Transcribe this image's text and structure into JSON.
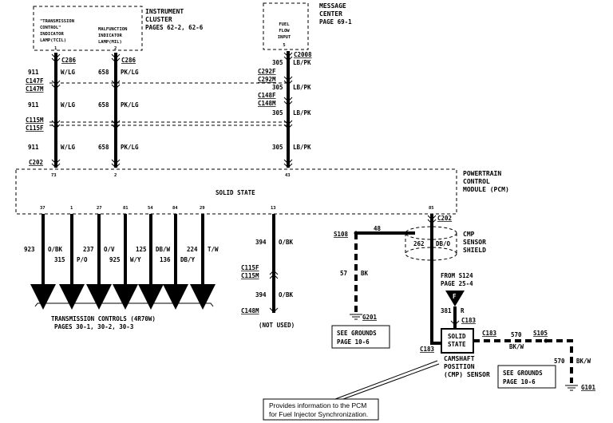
{
  "modules": {
    "cluster": {
      "title1": "INSTRUMENT",
      "title2": "CLUSTER",
      "pages": "PAGES 62-2, 62-6",
      "tcil1": "\"TRANSMISSION",
      "tcil2": "CONTROL\"",
      "tcil3": "INDICATOR",
      "tcil4": "LAMP(TCIL)",
      "tcil_pin": "1",
      "mil1": "MALFUNCTION",
      "mil2": "INDICATOR",
      "mil3": "LAMP(MIL)",
      "mil_pin": "2"
    },
    "message_center": {
      "title1": "MESSAGE",
      "title2": "CENTER",
      "page": "PAGE 69-1",
      "in1": "FUEL",
      "in2": "FLOW",
      "in3": "INPUT",
      "pin": "5"
    },
    "pcm": {
      "title1": "POWERTRAIN",
      "title2": "CONTROL",
      "title3": "MODULE (PCM)",
      "solid_state": "SOLID STATE",
      "top_pins": [
        "73",
        "2",
        "43"
      ],
      "bottom_pins": [
        "37",
        "1",
        "27",
        "81",
        "54",
        "84",
        "29",
        "13",
        "85"
      ]
    }
  },
  "connectors": {
    "c286a": "C286",
    "c286b": "C286",
    "c2008": "C2008",
    "c147f": "C147F",
    "c147m": "C147M",
    "c292f": "C292F",
    "c292m": "C292M",
    "c148f": "C148F",
    "c148m": "C148M",
    "c115m": "C115M",
    "c115f": "C115F",
    "c202": "C202",
    "c202b": "C202",
    "c115f2": "C115F",
    "c115m2": "C115M",
    "c148m2": "C148M",
    "c183a": "C183",
    "c183b": "C183",
    "c183c": "C183"
  },
  "wires": {
    "w911": "911",
    "wlg": "W/LG",
    "w658": "658",
    "pklg": "PK/LG",
    "w305": "305",
    "lbpk": "LB/PK",
    "w923": "923",
    "obk": "O/BK",
    "w315": "315",
    "po": "P/O",
    "w237": "237",
    "ov": "O/V",
    "w925": "925",
    "wy": "W/Y",
    "w125": "125",
    "dbw": "DB/W",
    "w136": "136",
    "dby": "DB/Y",
    "w224": "224",
    "tw": "T/W",
    "w394": "394",
    "obk2": "O/BK",
    "w48": "48",
    "w57": "57",
    "bk": "BK",
    "w262": "262",
    "dbo": "DB/O",
    "w381": "381",
    "r": "R",
    "w570": "570",
    "bkw": "BK/W"
  },
  "splices": {
    "s108": "S108",
    "s105": "S105",
    "from_s124": "FROM S124",
    "from_page": "PAGE 25-4",
    "f_label": "F"
  },
  "sensor": {
    "solid1": "SOLID",
    "solid2": "STATE",
    "cam1": "CAMSHAFT",
    "cam2": "POSITION",
    "cam3": "(CMP) SENSOR",
    "shield1": "CMP",
    "shield2": "SENSOR",
    "shield3": "SHIELD"
  },
  "grounds": {
    "g201": "G201",
    "g101": "G101",
    "see1": "SEE GROUNDS",
    "page1": "PAGE 10-6",
    "see2": "SEE GROUNDS",
    "page2": "PAGE 10-6"
  },
  "bottom": {
    "trans1": "TRANSMISSION CONTROLS (4R70W)",
    "trans2": "PAGES 30-1, 30-2, 30-3",
    "not_used": "(NOT USED)"
  },
  "callout": {
    "line1": "Provides information to the PCM",
    "line2": "for Fuel Injector Synchronization."
  }
}
